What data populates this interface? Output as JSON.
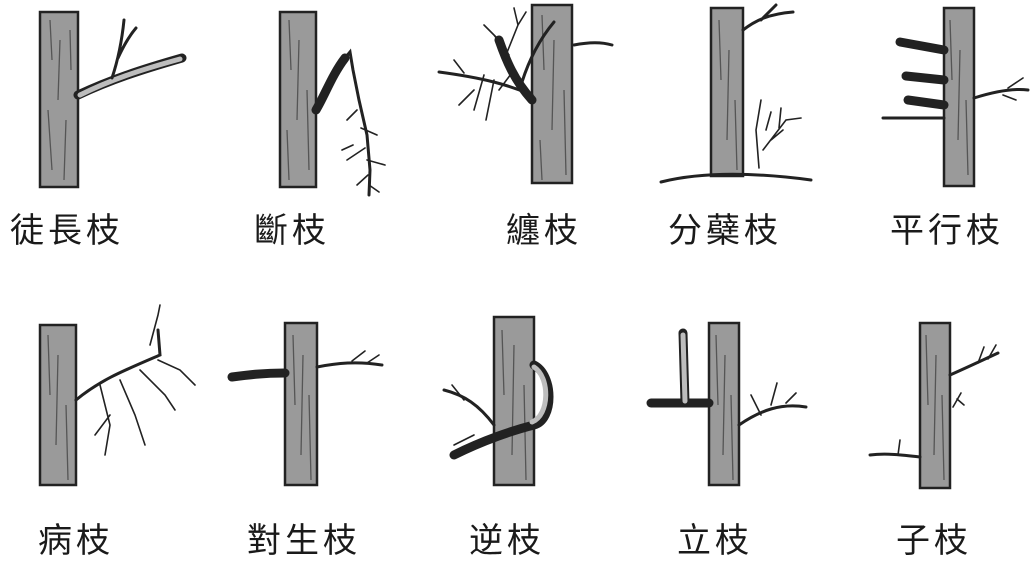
{
  "labels": {
    "r1c1": "徒長枝",
    "r1c2": "斷枝",
    "r1c3": "纏枝",
    "r1c4": "分蘗枝",
    "r1c5": "平行枝",
    "r2c1": "病枝",
    "r2c2": "對生枝",
    "r2c3": "逆枝",
    "r2c4": "立枝",
    "r2c5": "子枝"
  }
}
